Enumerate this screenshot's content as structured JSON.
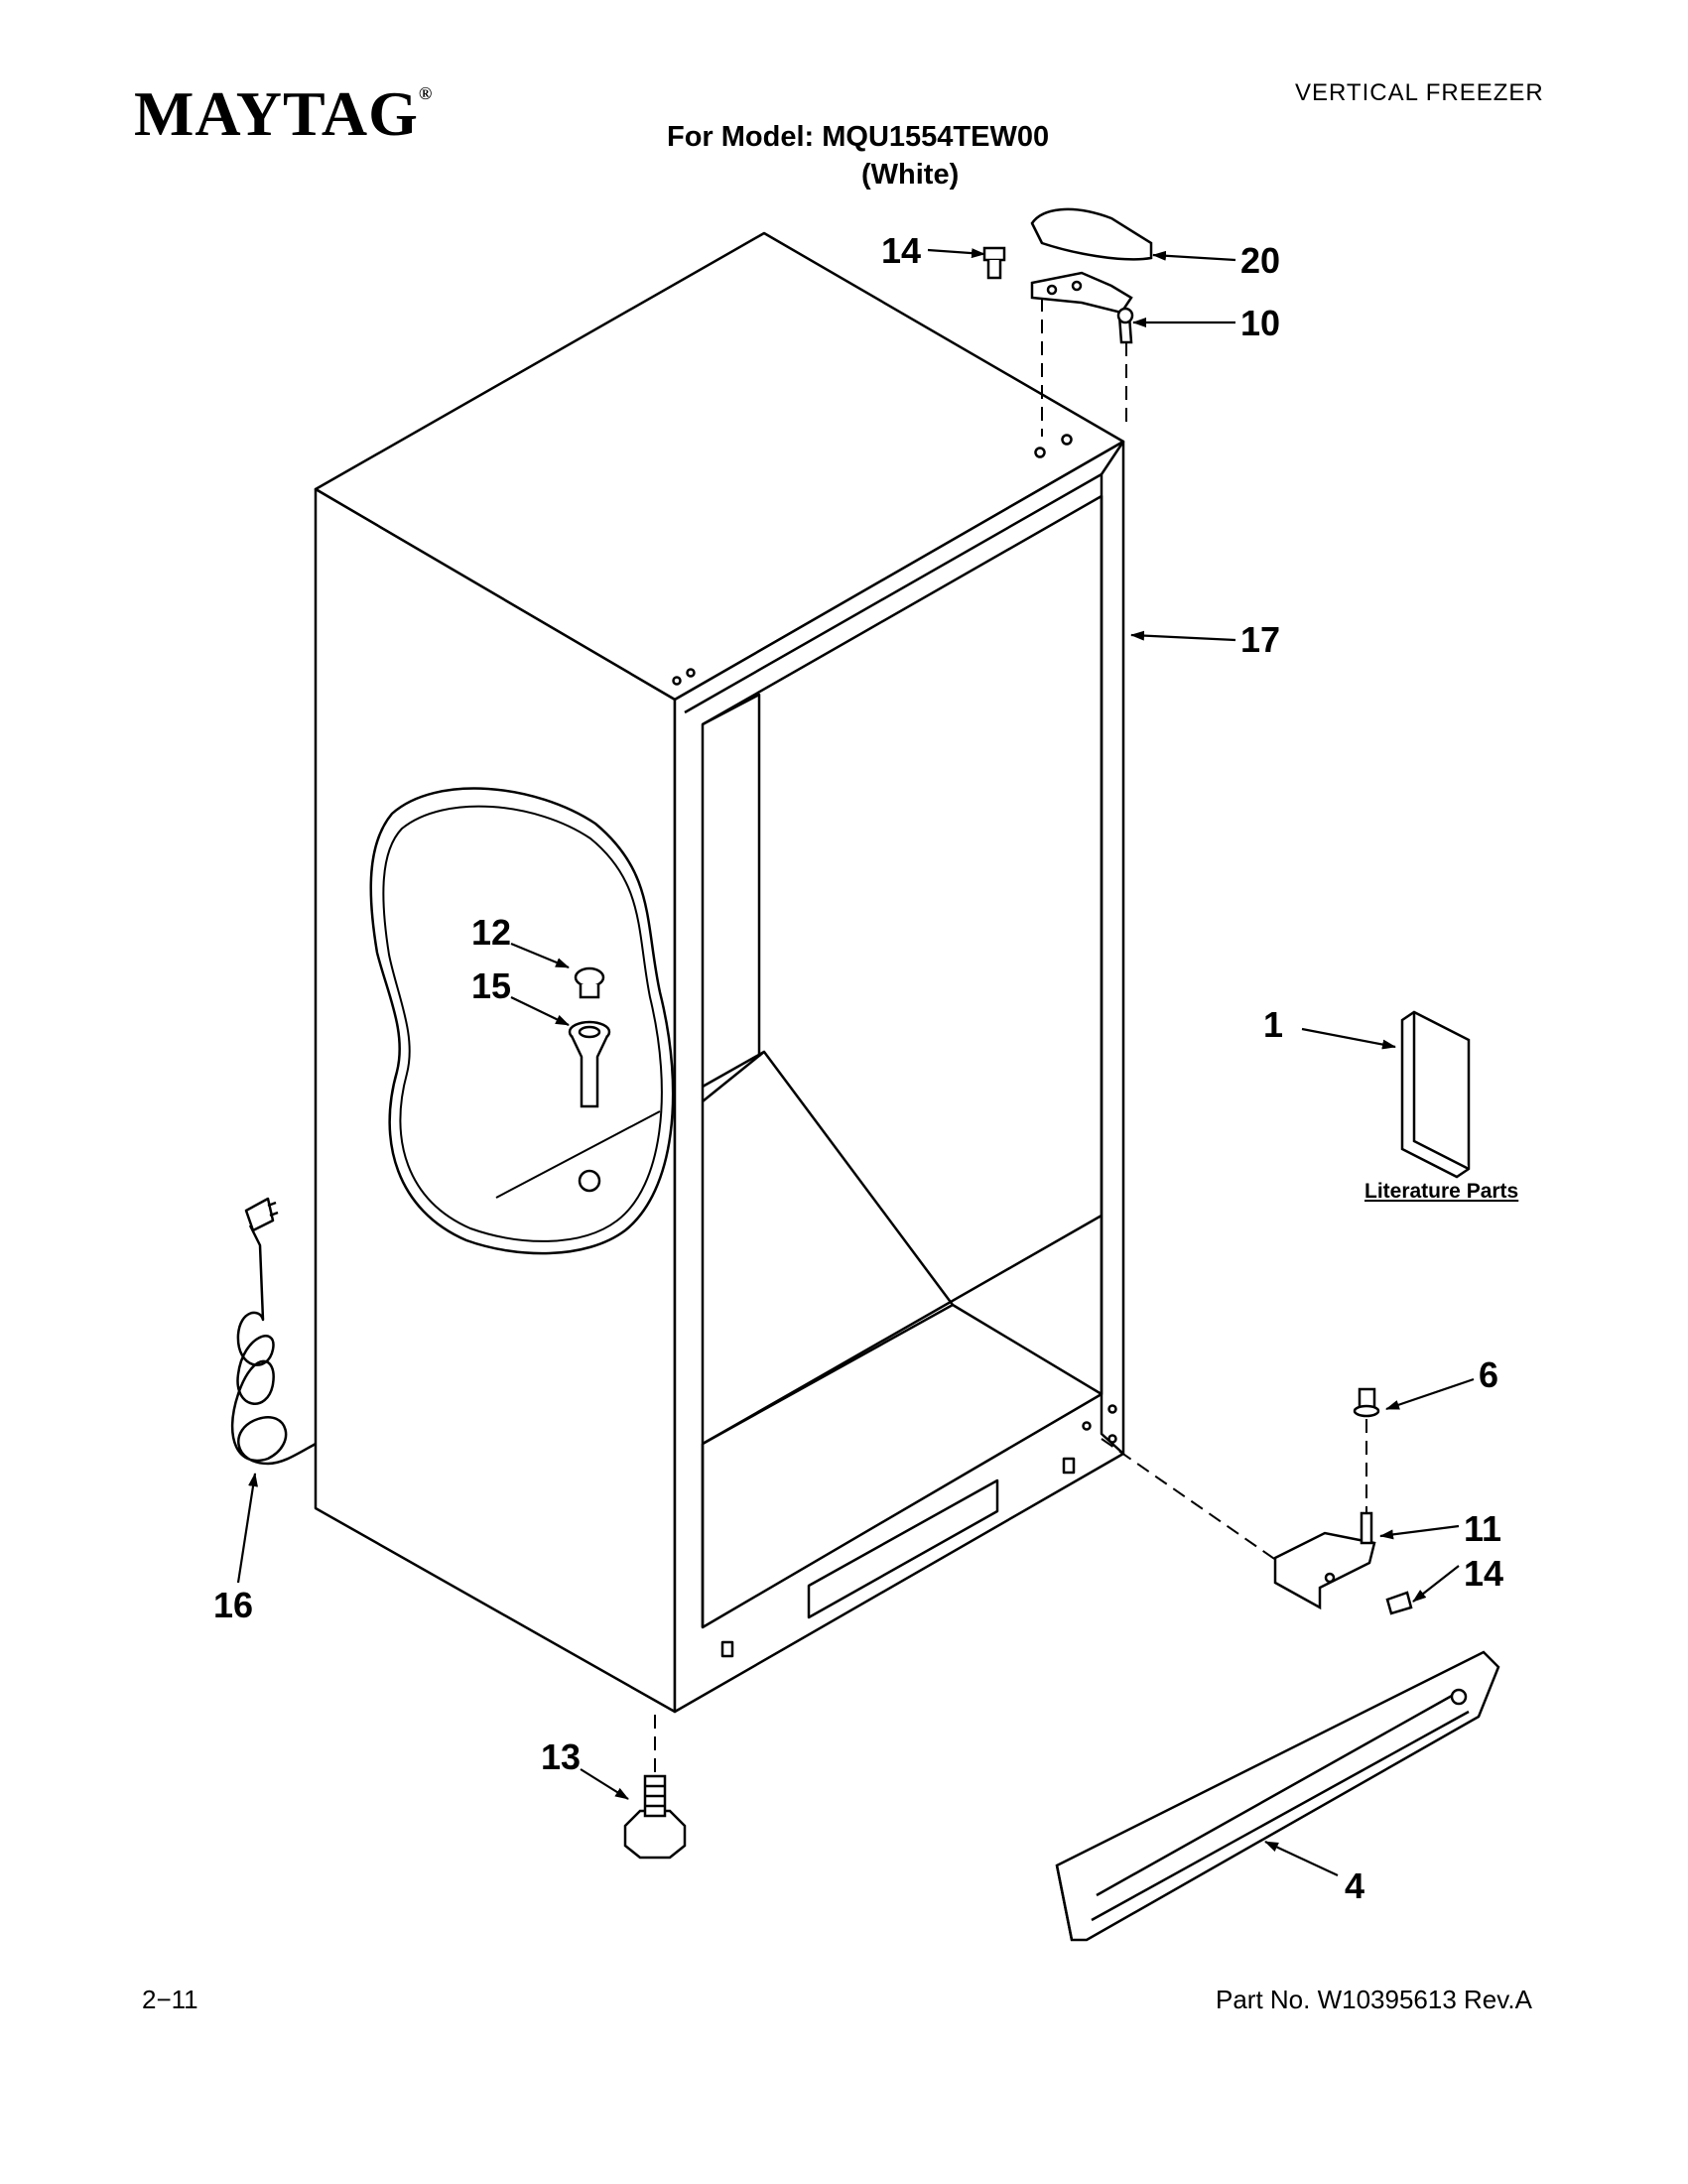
{
  "header": {
    "brand": "MAYTAG",
    "brand_mark": "®",
    "category": "VERTICAL FREEZER",
    "model_line": "For Model: MQU1554TEW00",
    "color_line": "(White)"
  },
  "callouts": [
    {
      "id": "c14a",
      "label": "14"
    },
    {
      "id": "c20",
      "label": "20"
    },
    {
      "id": "c10",
      "label": "10"
    },
    {
      "id": "c17",
      "label": "17"
    },
    {
      "id": "c12",
      "label": "12"
    },
    {
      "id": "c15",
      "label": "15"
    },
    {
      "id": "c1",
      "label": "1"
    },
    {
      "id": "c6",
      "label": "6"
    },
    {
      "id": "c11",
      "label": "11"
    },
    {
      "id": "c14b",
      "label": "14"
    },
    {
      "id": "c16",
      "label": "16"
    },
    {
      "id": "c13",
      "label": "13"
    },
    {
      "id": "c4",
      "label": "4"
    }
  ],
  "literature_label": "Literature Parts",
  "footer": {
    "page": "2−11",
    "part_number": "Part No. W10395613 Rev.A"
  }
}
